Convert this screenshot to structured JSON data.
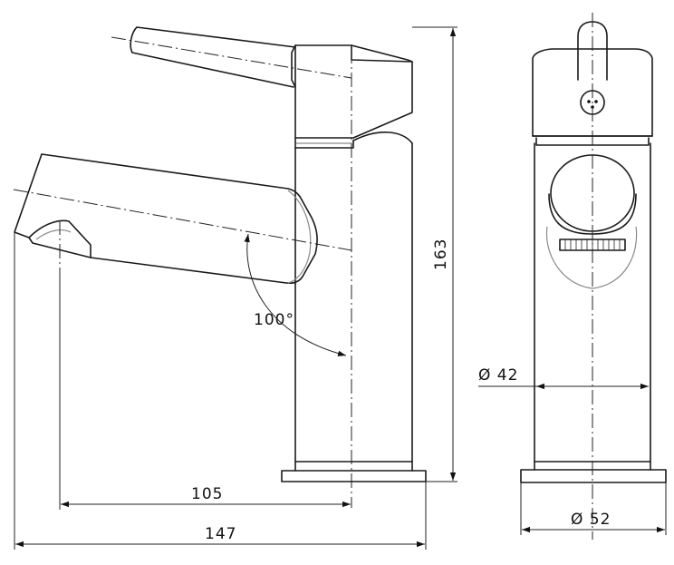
{
  "dimensions": {
    "spout_reach": "105",
    "overall_length": "147",
    "height": "163",
    "body_diameter": "Ø 42",
    "base_diameter": "Ø 52",
    "swivel_angle": "100°"
  }
}
